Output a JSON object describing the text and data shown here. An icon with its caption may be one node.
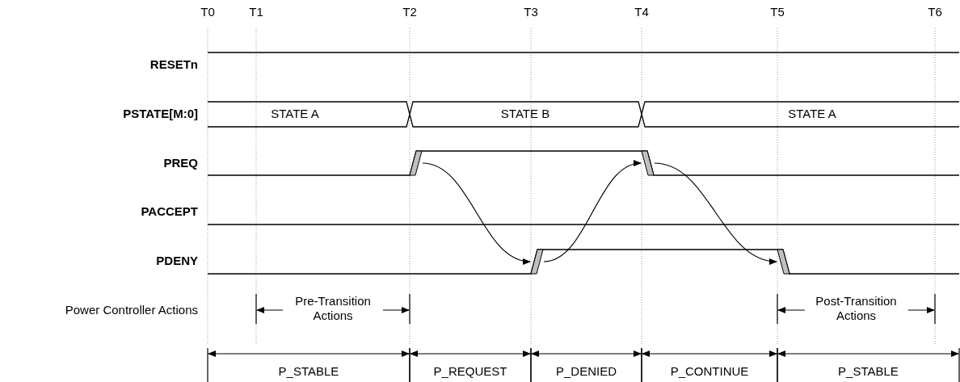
{
  "diagram": {
    "nodes": [
      {
        "text": [],
        "shape": "bar"
      },
      {
        "text": [],
        "shape": "bar"
      },
      {
        "text": [],
        "shape": "bar"
      },
      {
        "text": [],
        "shape": "bar"
      }
    ],
    "edges": [
      {
        "from": 0,
        "to": 1,
        "arrow": "to"
      },
      {
        "from": 1,
        "to": 2,
        "arrow": "to"
      },
      {
        "from": 2,
        "to": 3,
        "arrow": "to"
      }
    ],
    "labels": [
      "T0",
      "T1",
      "T2",
      "T3",
      "T4",
      "T5",
      "T6",
      "RESETn",
      "PSTATE[M:0]",
      "STATE A",
      "STATE B",
      "STATE A",
      "PREQ",
      "PACCEPT",
      "PDENY",
      "Power Controller Actions",
      "Pre-Transition Actions",
      "Post-Transition Actions",
      "P_STABLE",
      "P_REQUEST",
      "P_DENIED",
      "P_CONTINUE",
      "P_STABLE"
    ]
  }
}
